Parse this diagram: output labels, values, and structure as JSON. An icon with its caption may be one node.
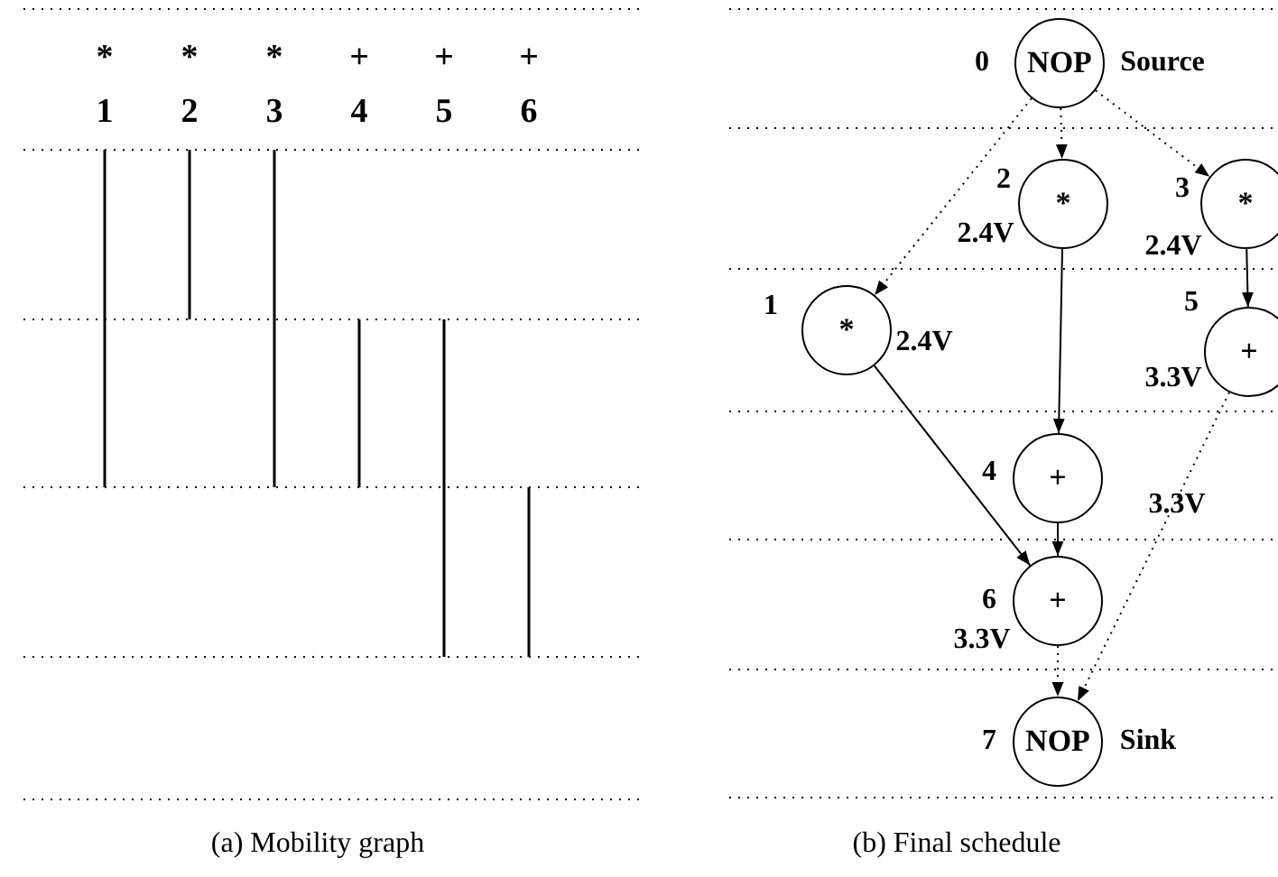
{
  "diagram": {
    "nodes": [
      {
        "text": [
          "NOP"
        ],
        "beside": [
          "0",
          "Source"
        ]
      },
      {
        "text": [
          "*"
        ],
        "beside": [
          "1",
          "2.4V"
        ]
      },
      {
        "text": [
          "*"
        ],
        "beside": [
          "2",
          "2.4V"
        ]
      },
      {
        "text": [
          "*"
        ],
        "beside": [
          "3",
          "2.4V"
        ]
      },
      {
        "text": [
          "+"
        ],
        "beside": [
          "4",
          "3.3V"
        ]
      },
      {
        "text": [
          "+"
        ],
        "beside": [
          "5",
          "3.3V"
        ]
      },
      {
        "text": [
          "+"
        ],
        "beside": [
          "6",
          "3.3V"
        ]
      },
      {
        "text": [
          "NOP"
        ],
        "beside": [
          "7",
          "Sink"
        ]
      }
    ],
    "edges": [
      {
        "from": 0,
        "to": 1,
        "arrow": "to",
        "style": "dashed"
      },
      {
        "from": 0,
        "to": 2,
        "arrow": "to",
        "style": "dashed"
      },
      {
        "from": 0,
        "to": 3,
        "arrow": "to",
        "style": "dashed"
      },
      {
        "from": 2,
        "to": 4,
        "arrow": "to"
      },
      {
        "from": 3,
        "to": 5,
        "arrow": "to"
      },
      {
        "from": 1,
        "to": 6,
        "arrow": "to"
      },
      {
        "from": 4,
        "to": 6,
        "arrow": "to"
      },
      {
        "from": 6,
        "to": 7,
        "arrow": "to",
        "style": "dashed"
      },
      {
        "from": 5,
        "to": 7,
        "arrow": "to",
        "style": "dashed"
      }
    ],
    "labels": [
      "*",
      "*",
      "*",
      "+",
      "+",
      "+",
      "1",
      "2",
      "3",
      "4",
      "5",
      "6",
      "(a) Mobility graph",
      "(b) Final schedule"
    ]
  }
}
